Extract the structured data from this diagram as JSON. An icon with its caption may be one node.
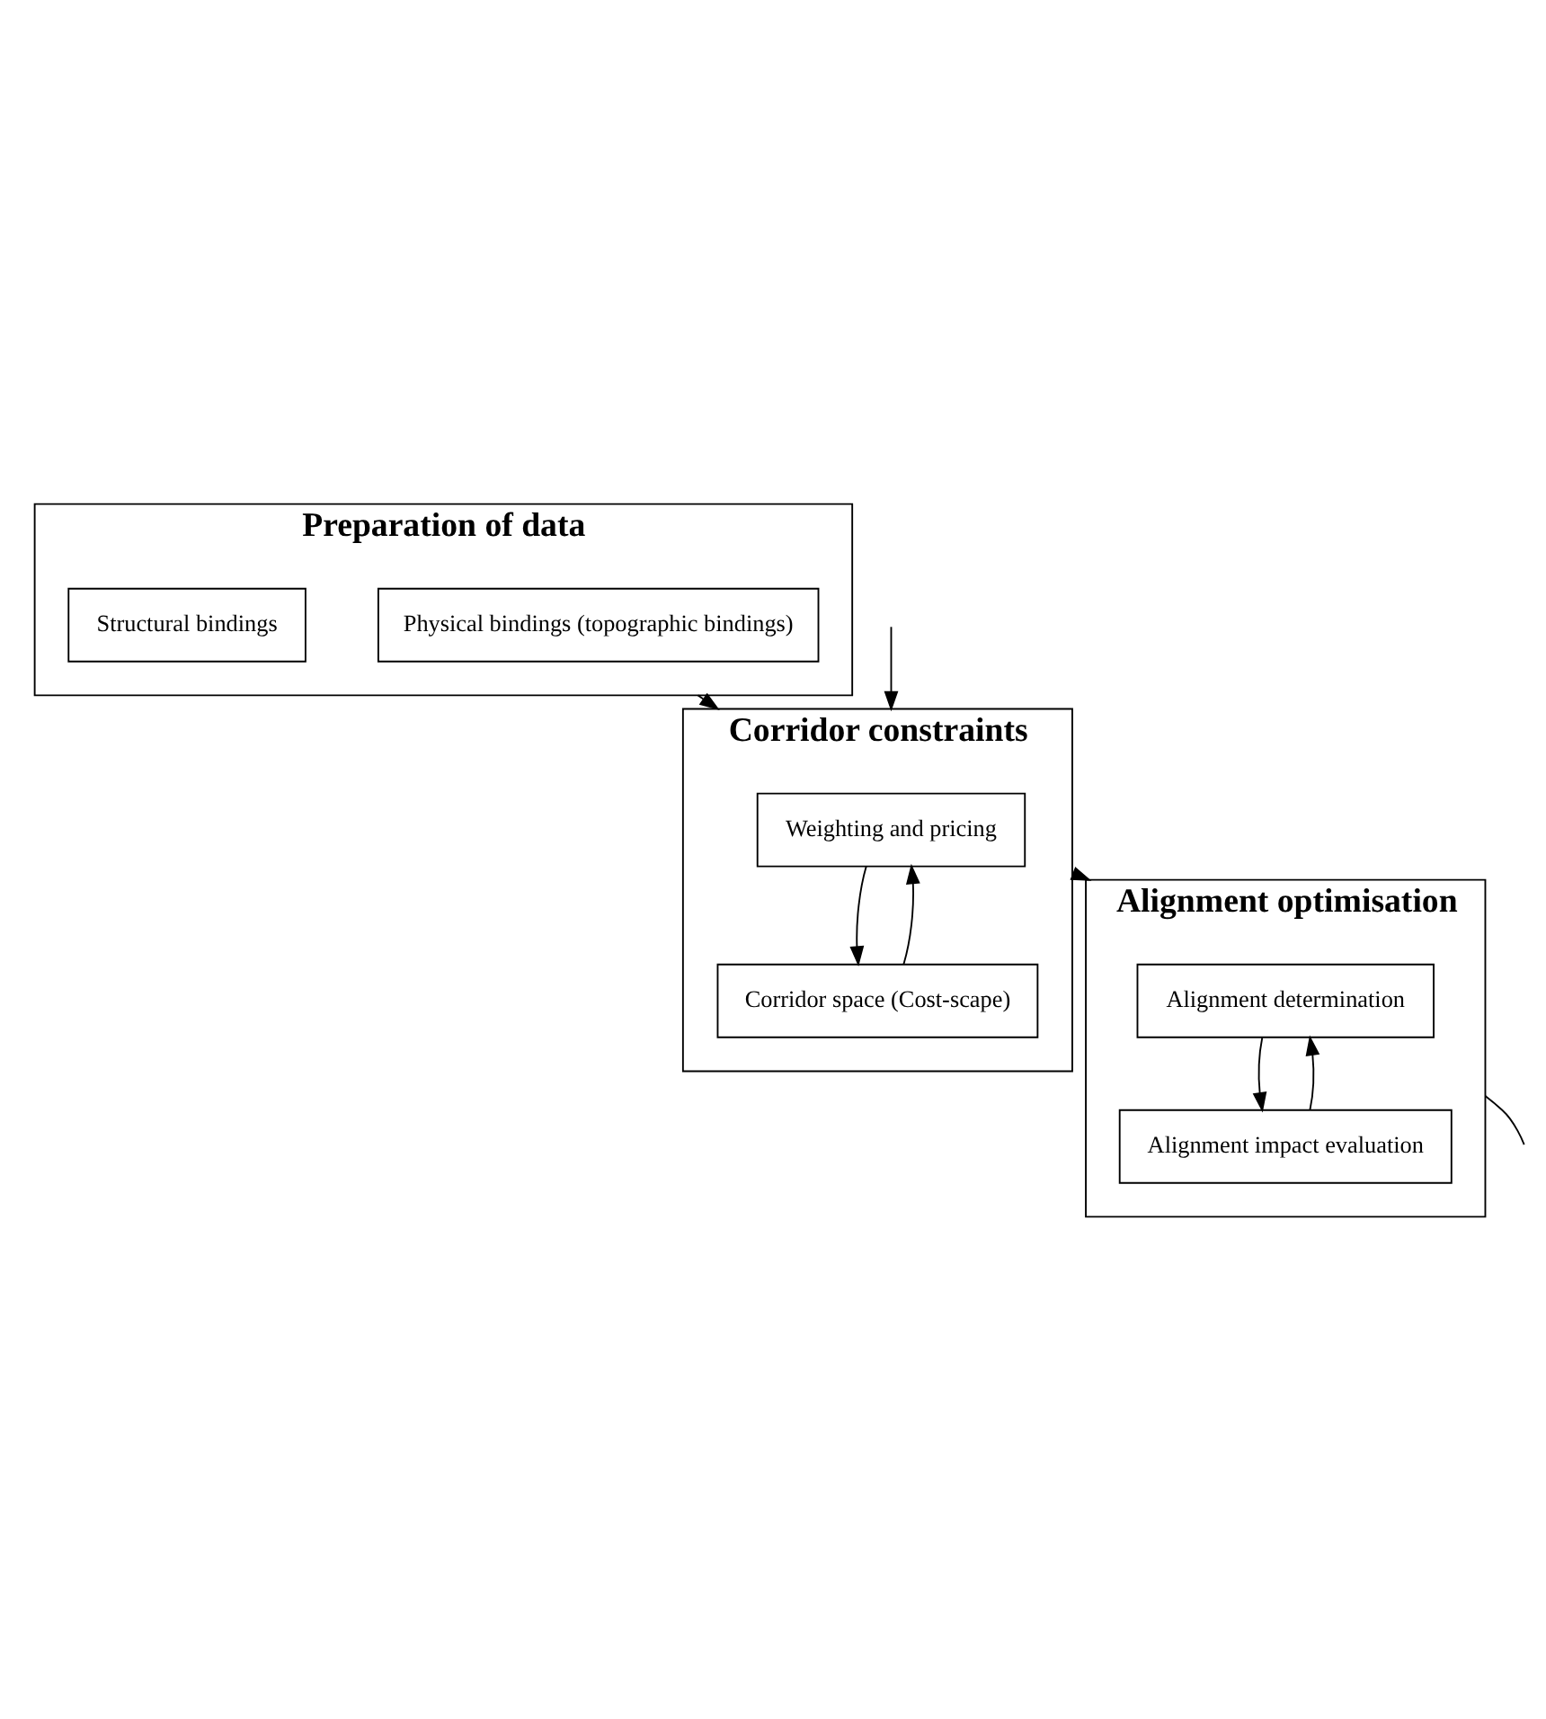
{
  "diagram": {
    "nodes": [
      {
        "text": [
          "Preparation of data"
        ]
      },
      {
        "text": [
          "Physical bindings (topographic bindings)"
        ],
        "in": 0
      },
      {
        "text": [
          "Structural bindings"
        ],
        "in": 0
      },
      {
        "text": [
          "Corridor constraints"
        ]
      },
      {
        "text": [
          "Weighting and pricing"
        ],
        "in": 3
      },
      {
        "text": [
          "Corridor space (Cost-scape)"
        ],
        "in": 3
      },
      {
        "text": [
          "Alignment optimisation"
        ]
      },
      {
        "text": [
          "Alignment determination"
        ],
        "in": 6
      },
      {
        "text": [
          "Alignment impact evaluation"
        ],
        "in": 6
      }
    ],
    "edges": [
      {
        "from": 0,
        "to": 3,
        "arrow": "to"
      },
      {
        "from": 4,
        "to": 5,
        "arrow": "to"
      },
      {
        "from": 5,
        "to": 4,
        "arrow": "to"
      },
      {
        "from": 3,
        "to": 6,
        "arrow": "to"
      },
      {
        "from": 7,
        "to": 8,
        "arrow": "to"
      },
      {
        "from": 8,
        "to": 7,
        "arrow": "to"
      },
      {
        "from": 6,
        "to": null,
        "arrow": "none"
      },
      {
        "from": null,
        "to": 3,
        "arrow": "to"
      }
    ]
  }
}
